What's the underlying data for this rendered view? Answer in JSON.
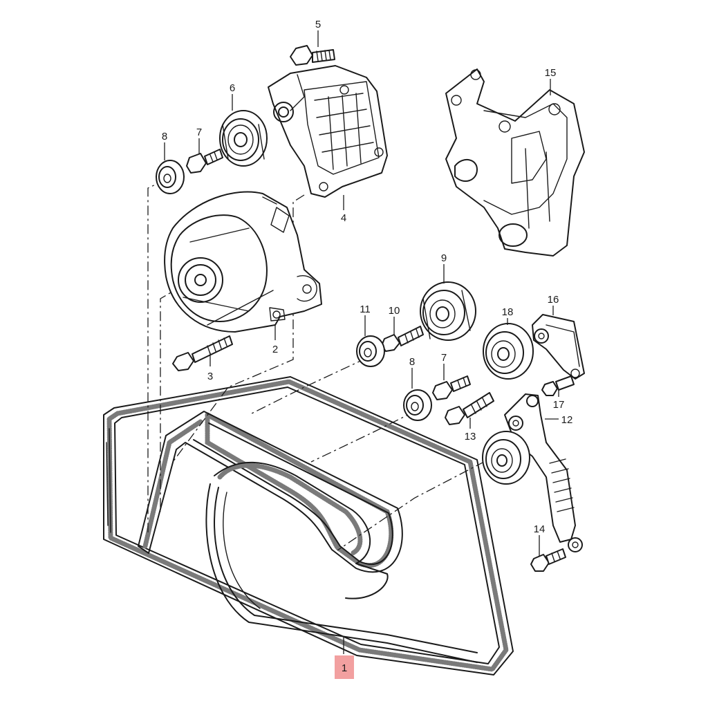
{
  "callouts": [
    {
      "id": "c1",
      "text": "1",
      "highlighted": true
    },
    {
      "id": "c2",
      "text": "2"
    },
    {
      "id": "c3",
      "text": "3"
    },
    {
      "id": "c4",
      "text": "4"
    },
    {
      "id": "c5",
      "text": "5"
    },
    {
      "id": "c6",
      "text": "6"
    },
    {
      "id": "c7a",
      "text": "7"
    },
    {
      "id": "c7b",
      "text": "7"
    },
    {
      "id": "c8a",
      "text": "8"
    },
    {
      "id": "c8b",
      "text": "8"
    },
    {
      "id": "c9",
      "text": "9"
    },
    {
      "id": "c10",
      "text": "10"
    },
    {
      "id": "c11",
      "text": "11"
    },
    {
      "id": "c12",
      "text": "12"
    },
    {
      "id": "c13",
      "text": "13"
    },
    {
      "id": "c14",
      "text": "14"
    },
    {
      "id": "c15",
      "text": "15"
    },
    {
      "id": "c16",
      "text": "16"
    },
    {
      "id": "c17",
      "text": "17"
    },
    {
      "id": "c18",
      "text": "18"
    }
  ],
  "colors": {
    "line": "#1a1a1a",
    "highlight": "#f2a0a0",
    "background": "#ffffff"
  }
}
